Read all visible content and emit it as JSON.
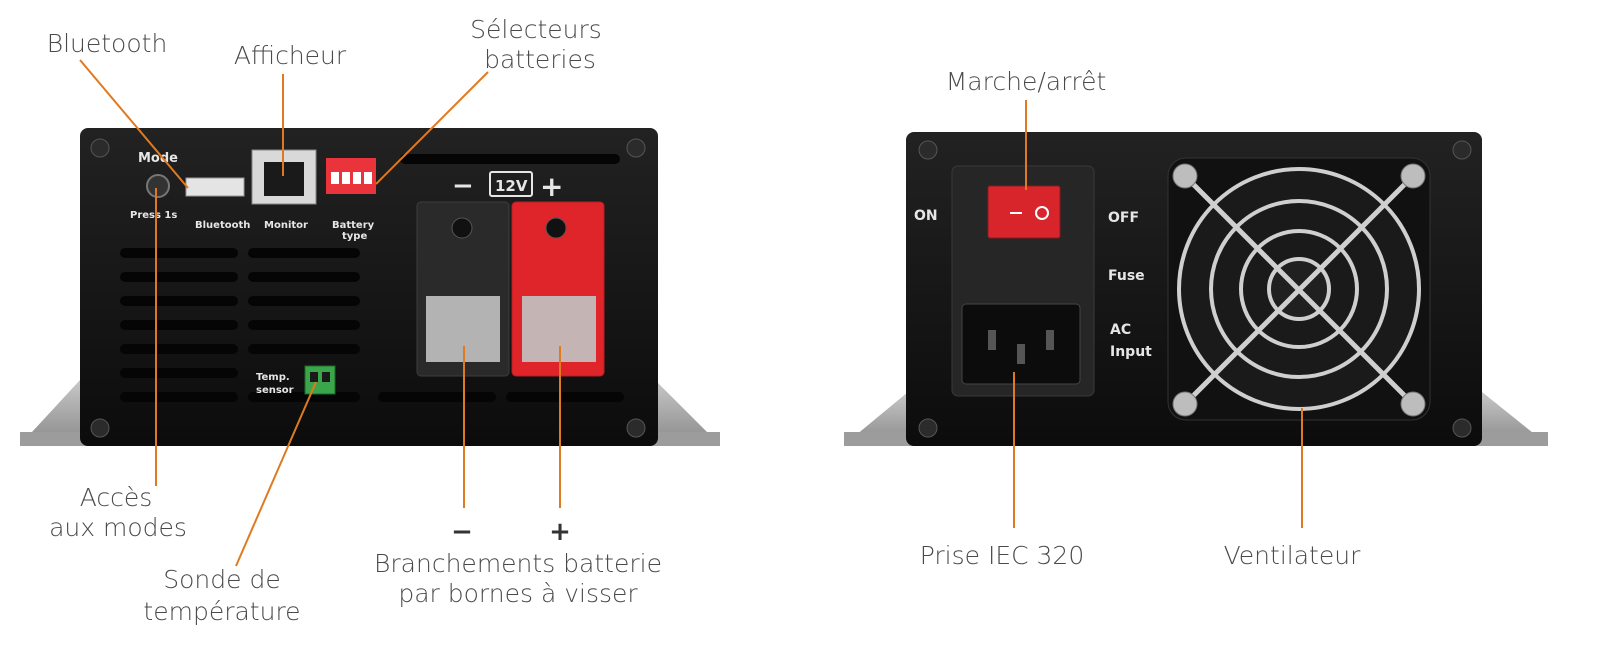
{
  "colors": {
    "leader": "#e07a21",
    "chassis": "#141414",
    "plate": "#9a9a9a",
    "red": "#e0252a"
  },
  "front_panel": {
    "labels": {
      "bluetooth": "Bluetooth",
      "display": "Afficheur",
      "battery_selector_l1": "Sélecteurs",
      "battery_selector_l2": "batteries",
      "mode_access_l1": "Accès",
      "mode_access_l2": "aux modes",
      "temp_probe_l1": "Sonde de",
      "temp_probe_l2": "température",
      "terminals_minus": "−",
      "terminals_plus": "+",
      "terminals_l1": "Branchements batterie",
      "terminals_l2": "par bornes à visser"
    },
    "device_text": {
      "mode": "Mode",
      "press": "Press 1s",
      "bluetooth": "Bluetooth",
      "monitor": "Monitor",
      "battery_type_l1": "Battery",
      "battery_type_l2": "type",
      "temp_l1": "Temp.",
      "temp_l2": "sensor",
      "minus": "−",
      "voltage": "12V",
      "plus": "+"
    }
  },
  "rear_panel": {
    "labels": {
      "power_switch": "Marche/arrêt",
      "iec_socket": "Prise IEC 320",
      "fan": "Ventilateur"
    },
    "device_text": {
      "on": "ON",
      "off": "OFF",
      "fuse": "Fuse",
      "ac_l1": "AC",
      "ac_l2": "Input"
    }
  }
}
